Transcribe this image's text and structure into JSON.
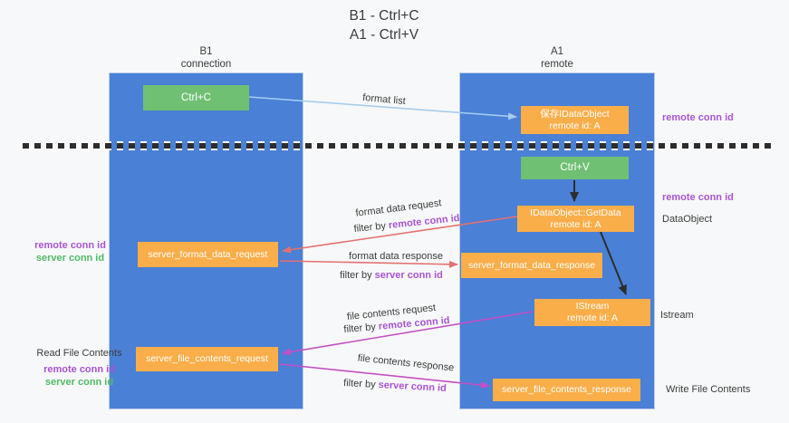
{
  "title": {
    "line1": "B1 - Ctrl+C",
    "line2": "A1 - Ctrl+V"
  },
  "lanes": {
    "left": {
      "name": "B1",
      "role": "connection"
    },
    "right": {
      "name": "A1",
      "role": "remote"
    }
  },
  "boxes": {
    "ctrl_c": {
      "label": "Ctrl+C"
    },
    "save_dataobject": {
      "line1": "保存IDataObject",
      "line2": "remote id: A"
    },
    "ctrl_v": {
      "label": "Ctrl+V"
    },
    "getdata": {
      "line1": "IDataObject::GetData",
      "line2": "remote id: A"
    },
    "format_request": {
      "label": "server_format_data_request"
    },
    "format_response": {
      "label": "server_format_data_response"
    },
    "istream": {
      "line1": "IStream",
      "line2": "remote id: A"
    },
    "file_request": {
      "label": "server_file_contents_request"
    },
    "file_response": {
      "label": "server_file_contents_response"
    }
  },
  "side_labels": {
    "remote_conn_top": "remote conn id",
    "remote_conn_mid": "remote conn id",
    "dataobject": "DataObject",
    "istream": "Istream",
    "write_file_contents": "Write File Contents",
    "left1_remote": "remote conn id",
    "left1_server": "server conn id",
    "read_file_contents": "Read File Contents",
    "left2_remote": "remote conn id",
    "left2_server": "server conn id"
  },
  "arrow_labels": {
    "format_list": "format list",
    "format_data_request": "format data request",
    "format_data_response": "format data response",
    "file_contents_request": "file contents request",
    "file_contents_response": "file contents response",
    "filter_prefix": "filter by",
    "remote_conn_id": "remote conn id",
    "server_conn_id": "server conn id"
  },
  "colors": {
    "background": "#f7f8f9",
    "lane_blue": "#4a80d5",
    "box_orange": "#f9ae4a",
    "box_green": "#70c074",
    "label_purple": "#a855d0",
    "label_green": "#52bb66",
    "arrow_red": "#e57070",
    "arrow_magenta": "#c44fc4",
    "arrow_blue": "#a5cdee",
    "arrow_black": "#2d2d2d",
    "text_dark": "#3c3c3c"
  }
}
